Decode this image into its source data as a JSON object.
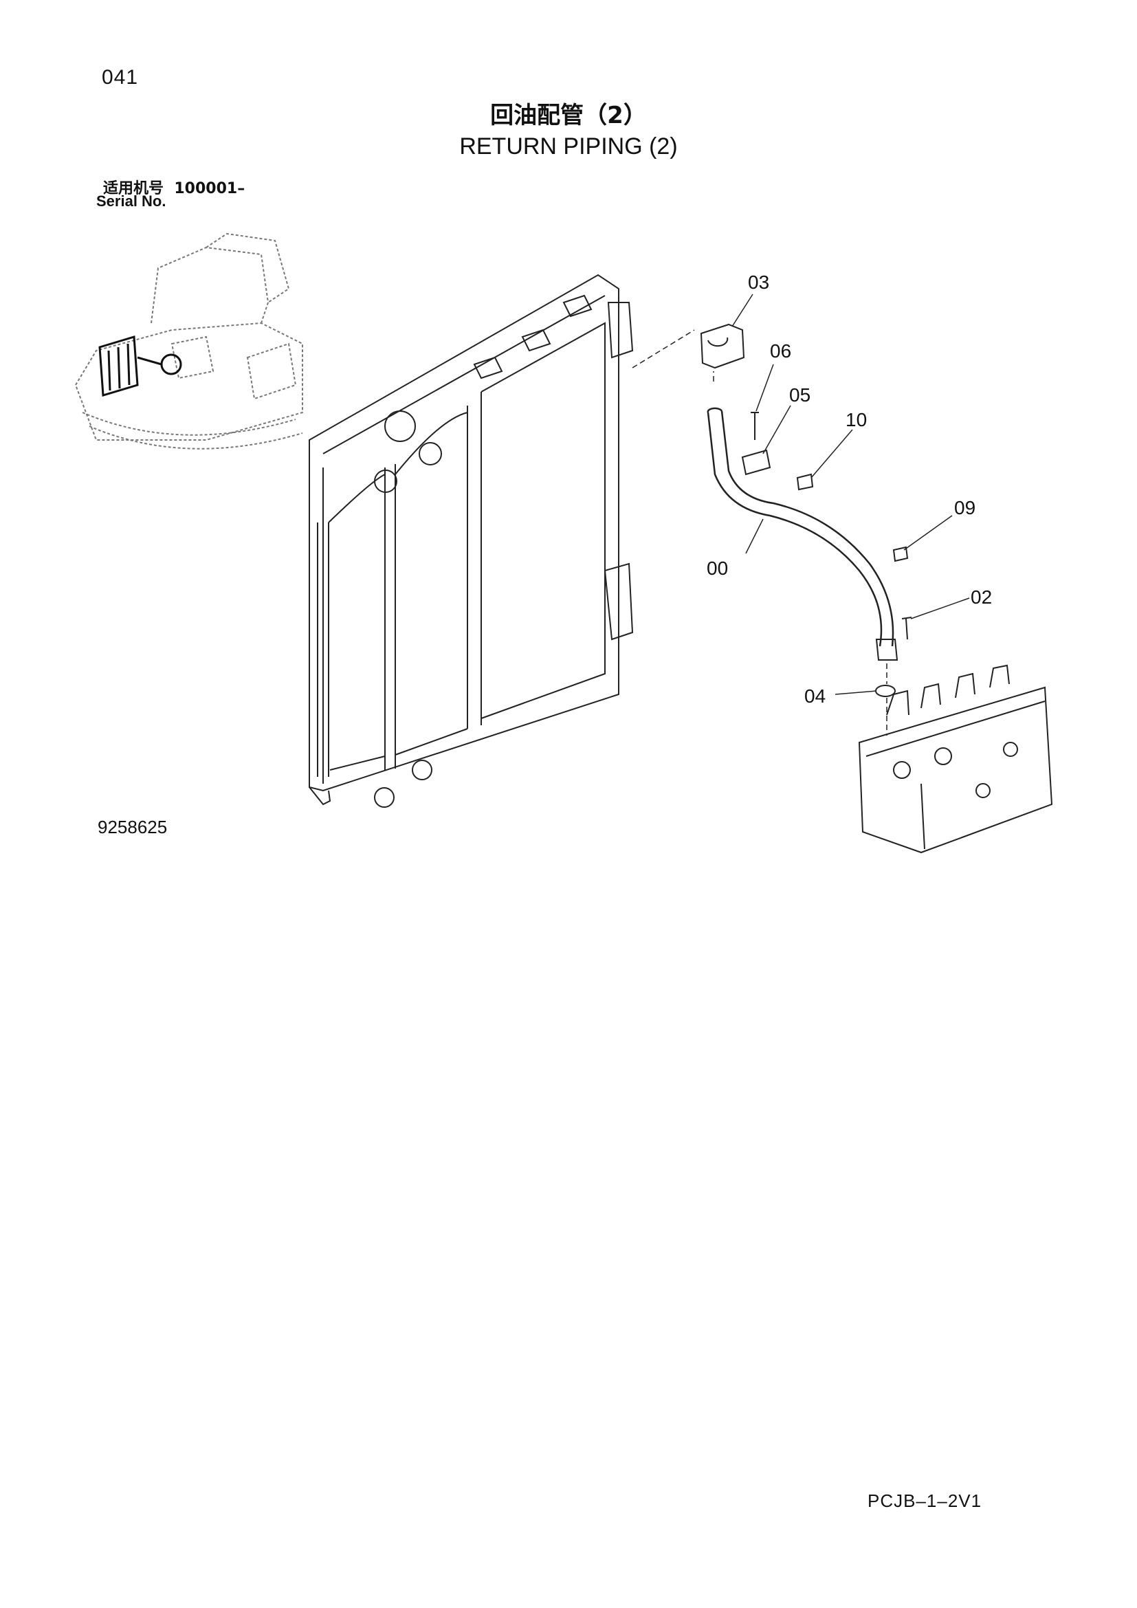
{
  "page_number": "041",
  "title_cn": "回油配管（2）",
  "title_en": "RETURN PIPING (2)",
  "serial_label_cn": "适用机号",
  "serial_value": "100001–",
  "serial_label_en": "Serial No.",
  "figure_number": "9258625",
  "document_code": "PCJB–1–2V1",
  "callouts": [
    "03",
    "06",
    "05",
    "10",
    "09",
    "00",
    "02",
    "04"
  ]
}
